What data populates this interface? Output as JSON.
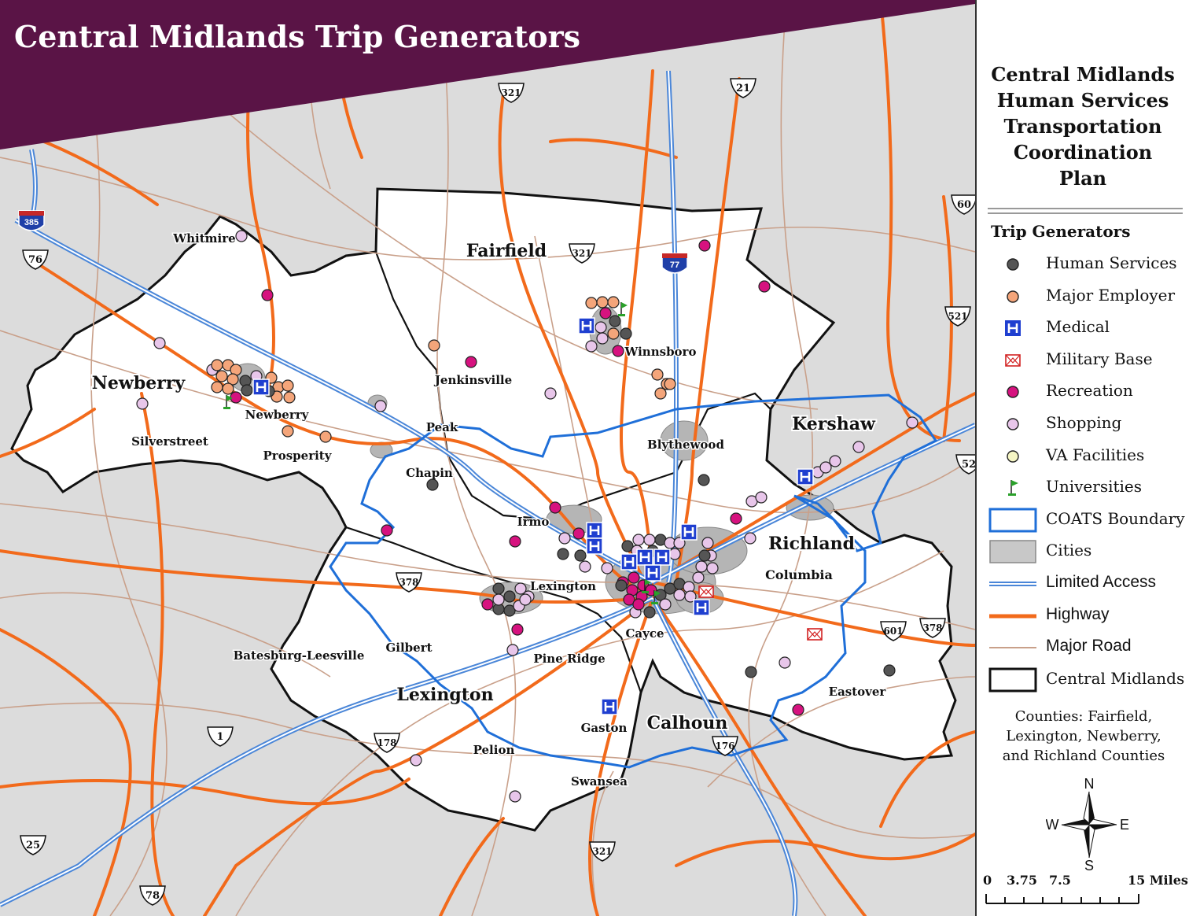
{
  "map": {
    "title": "Central Midlands Trip Generators",
    "colors": {
      "background": "#dcdcdc",
      "region_fill": "#ffffff",
      "title_band": "#5a1446",
      "highway": "#f26a1b",
      "limited_access": "#4a86d8",
      "coats": "#1f6fd8",
      "major_road": "#c9a08a",
      "boundary": "#111111",
      "cities": "#a9a9a9"
    },
    "counties": [
      "Fairfield",
      "Newberry",
      "Lexington",
      "Richland",
      "Kershaw",
      "Calhoun"
    ],
    "places": [
      "Whitmire",
      "Newberry",
      "Silverstreet",
      "Prosperity",
      "Jenkinsville",
      "Peak",
      "Chapin",
      "Winnsboro",
      "Blythewood",
      "Irmo",
      "Lexington",
      "Columbia",
      "Cayce",
      "Pine Ridge",
      "Gilbert",
      "Batesburg-Leesville",
      "Gaston",
      "Pelion",
      "Swansea",
      "Eastover"
    ],
    "route_shields": {
      "i385": "385",
      "i77": "77",
      "us76": "76",
      "us321a": "321",
      "us321b": "321",
      "us321c": "321",
      "us21": "21",
      "us378a": "378",
      "us378b": "378",
      "us601": "601",
      "us521": "521",
      "us1": "1",
      "us178": "178",
      "us176": "176",
      "us25": "25",
      "us78": "78",
      "us60": "60",
      "us52": "52"
    }
  },
  "panel": {
    "plan_title": [
      "Central Midlands",
      "Human Services",
      "Transportation",
      "Coordination",
      "Plan"
    ],
    "legend_heading": "Trip Generators",
    "legend": [
      {
        "icon": "human-services-dot",
        "label": "Human Services",
        "color": "#555555"
      },
      {
        "icon": "major-employer-dot",
        "label": "Major Employer",
        "color": "#f4a57a"
      },
      {
        "icon": "medical-h-icon",
        "label": "Medical",
        "color": "#1f3fd0"
      },
      {
        "icon": "military-base-icon",
        "label": "Military Base",
        "color": "#d22222"
      },
      {
        "icon": "recreation-dot",
        "label": "Recreation",
        "color": "#d6127f"
      },
      {
        "icon": "shopping-dot",
        "label": "Shopping",
        "color": "#e8c6ea"
      },
      {
        "icon": "va-facilities-dot",
        "label": "VA Facilities",
        "color": "#f6f6c4"
      },
      {
        "icon": "universities-flag-icon",
        "label": "Universities",
        "color": "#2aa12a"
      },
      {
        "icon": "coats-boundary-swatch",
        "label": "COATS Boundary",
        "color": "#1f6fd8"
      },
      {
        "icon": "cities-swatch",
        "label": "Cities",
        "color": "#c8c8c8"
      },
      {
        "icon": "limited-access-line",
        "label": "Limited Access",
        "color": "#4a86d8"
      },
      {
        "icon": "highway-line",
        "label": "Highway",
        "color": "#f26a1b"
      },
      {
        "icon": "major-road-line",
        "label": "Major Road",
        "color": "#c9a08a"
      },
      {
        "icon": "central-midlands-swatch",
        "label": "Central Midlands",
        "color": "#111111"
      }
    ],
    "counties_note": [
      "Counties: Fairfield,",
      "Lexington, Newberry,",
      "and Richland Counties"
    ],
    "compass": {
      "n": "N",
      "s": "S",
      "e": "E",
      "w": "W"
    },
    "scale": {
      "labels": [
        "0",
        "3.75",
        "7.5",
        "15 Miles"
      ]
    }
  }
}
